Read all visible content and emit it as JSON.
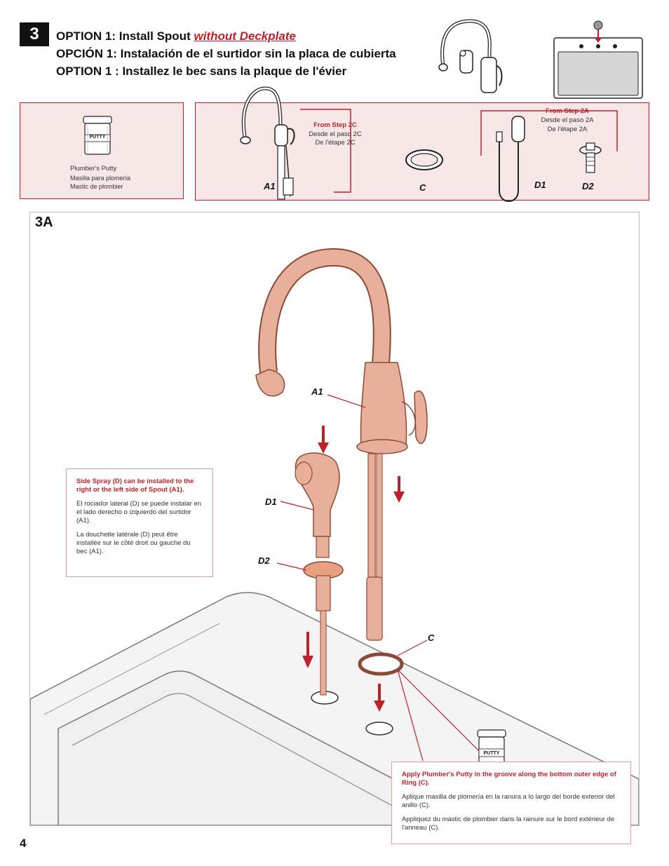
{
  "step": "3",
  "headings": {
    "en_prefix": "OPTION 1:  Install Spout ",
    "en_emphasis": "without Deckplate",
    "es": "OPCIÓN 1:  Instalación de el surtidor sin la placa de cubierta",
    "fr": "OPTION 1 : Installez le bec sans la plaque de l'évier"
  },
  "parts_left": {
    "putty_jar_label": "PUTTY",
    "en": "Plumber's Putty",
    "es": "Masilla para plomería",
    "fr": "Mastic de plombier"
  },
  "parts_right": {
    "from_step_2c": {
      "en": "From Step 2C",
      "es": "Desde el paso 2C",
      "fr": "De l'étape 2C"
    },
    "from_step_2a": {
      "en": "From Step 2A",
      "es": "Desde el paso 2A",
      "fr": "De l'étape 2A"
    },
    "labels": {
      "a1": "A1",
      "c": "C",
      "d1": "D1",
      "d2": "D2"
    }
  },
  "sub_step": "3A",
  "diagram_labels": {
    "a1": "A1",
    "d1": "D1",
    "d2": "D2",
    "c": "C"
  },
  "note_side_spray": {
    "en": "Side Spray (D) can be installed to the right or the left side of Spout (A1).",
    "es": "El  rociador lateral (D) se puede instalar en el lado derecho o izquierdo del surtidor (A1).",
    "fr": "La douchette latérale (D) peut être installée sur le côté droit ou gauche du bec (A1)."
  },
  "note_putty": {
    "jar_label": "PUTTY",
    "en": "Apply Plumber's Putty in the groove along the bottom outer edge of Ring (C).",
    "es": "Aplique masilla de plomería en la ranura a lo largo del borde exterior del anillo (C).",
    "fr": "Appliquez du mastic de plombier dans la rainure sur le bord extérieur de l'anneau (C)."
  },
  "page_number": "4",
  "colors": {
    "accent_red": "#c0202a",
    "copper": "#e8b09a",
    "panel_pink": "#f8e7e7"
  }
}
